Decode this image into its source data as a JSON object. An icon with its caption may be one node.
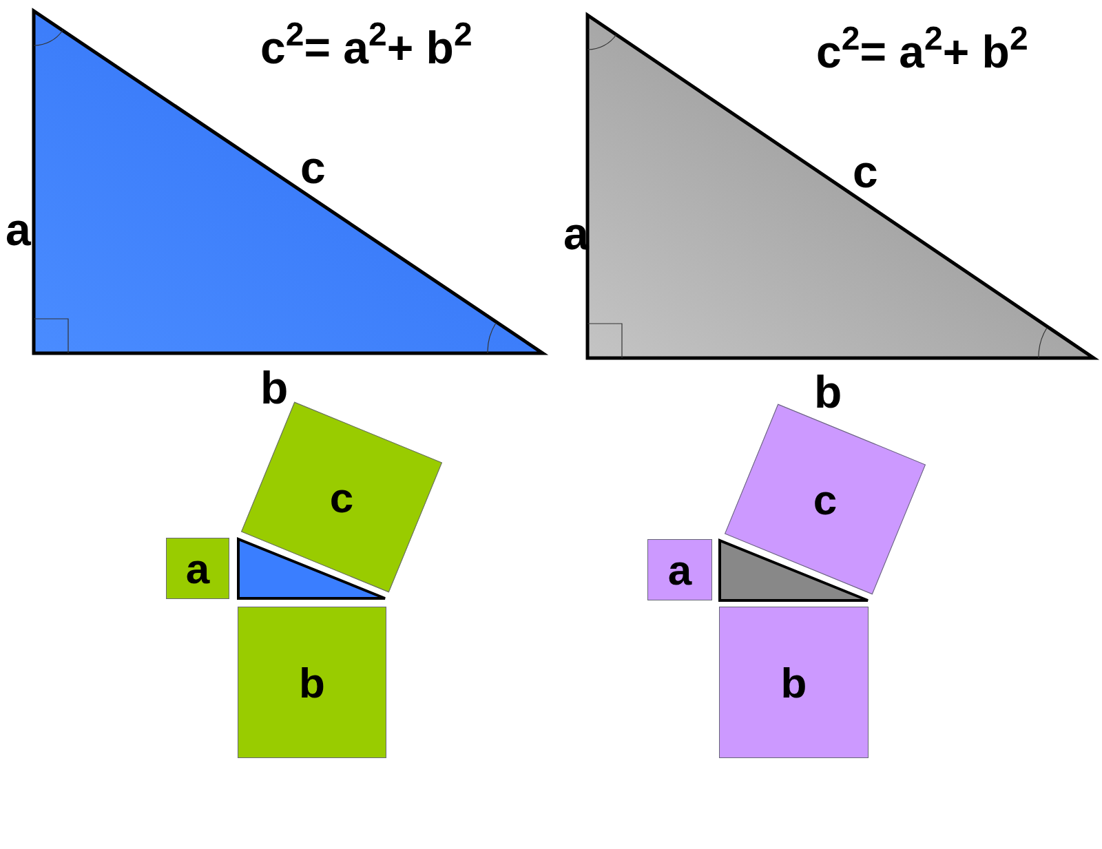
{
  "diagram": {
    "nodes": [
      {
        "text": [],
        "shape": "triangle",
        "beside": [
          "c",
          "a",
          "b"
        ]
      },
      {
        "text": [
          "c"
        ]
      },
      {
        "text": [
          "a"
        ]
      },
      {
        "text": [],
        "shape": "triangle"
      },
      {
        "text": [
          "b"
        ]
      },
      {
        "text": [],
        "shape": "triangle",
        "beside": [
          "c",
          "a",
          "b"
        ]
      },
      {
        "text": [
          "c"
        ]
      },
      {
        "text": [
          "a"
        ]
      },
      {
        "text": [],
        "shape": "triangle"
      },
      {
        "text": [
          "b"
        ]
      }
    ],
    "labels": [
      "c$^{2}$= a$^{2}$+ b$^{2}$",
      "c$^{2}$= a$^{2}$+ b$^{2}$"
    ]
  }
}
